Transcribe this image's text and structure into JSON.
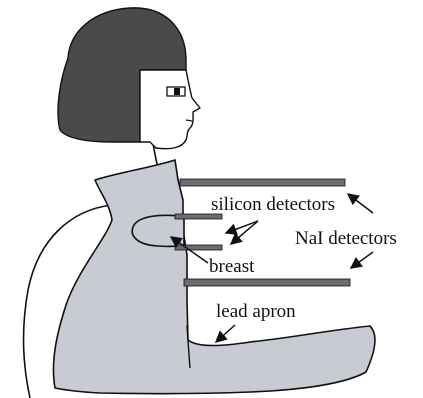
{
  "labels": {
    "silicon_detectors": "silicon detectors",
    "nai_detectors": "NaI detectors",
    "breast": "breast",
    "lead_apron": "lead apron"
  },
  "colors": {
    "hair": "#4a4a4a",
    "apron": "#c9cbd2",
    "detector": "#6b6d73",
    "outline": "#111111",
    "background": "#ffffff"
  }
}
